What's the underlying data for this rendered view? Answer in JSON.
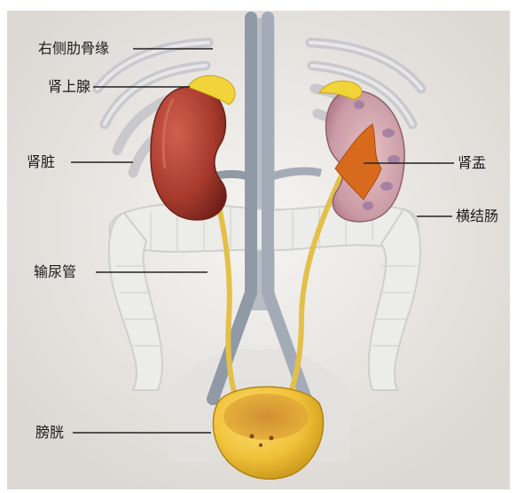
{
  "labels": {
    "rib_margin": "右侧肋骨缘",
    "adrenal_gland": "肾上腺",
    "kidney": "肾脏",
    "renal_pelvis": "肾盂",
    "transverse_colon": "横结肠",
    "ureter": "输尿管",
    "bladder": "膀胱"
  },
  "colors": {
    "background": "#f1efec",
    "kidney": "#a83b2e",
    "adrenal": "#f1d33a",
    "ureter": "#e9c84a",
    "bladder": "#f0c23a",
    "vessel": "#9aa5b1",
    "colon": "#e8e8e6",
    "ribs": "#c8c8cc",
    "leader_line": "#222222"
  }
}
